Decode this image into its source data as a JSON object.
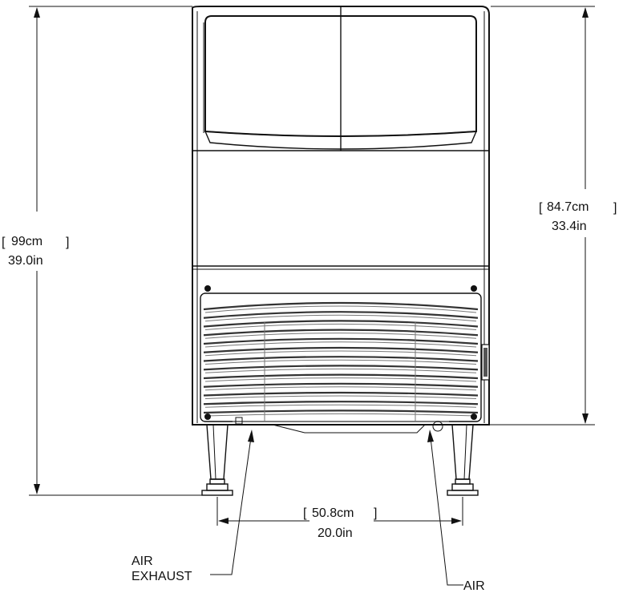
{
  "dimensions": {
    "total_height": {
      "metric": "99cm",
      "imperial": "39.0in"
    },
    "cabinet_height": {
      "metric": "84.7cm",
      "imperial": "33.4in"
    },
    "leg_spacing": {
      "metric": "50.8cm",
      "imperial": "20.0in"
    }
  },
  "callouts": {
    "air_exhaust_line1": "AIR",
    "air_exhaust_line2": "EXHAUST",
    "air_intake": "AIR"
  }
}
